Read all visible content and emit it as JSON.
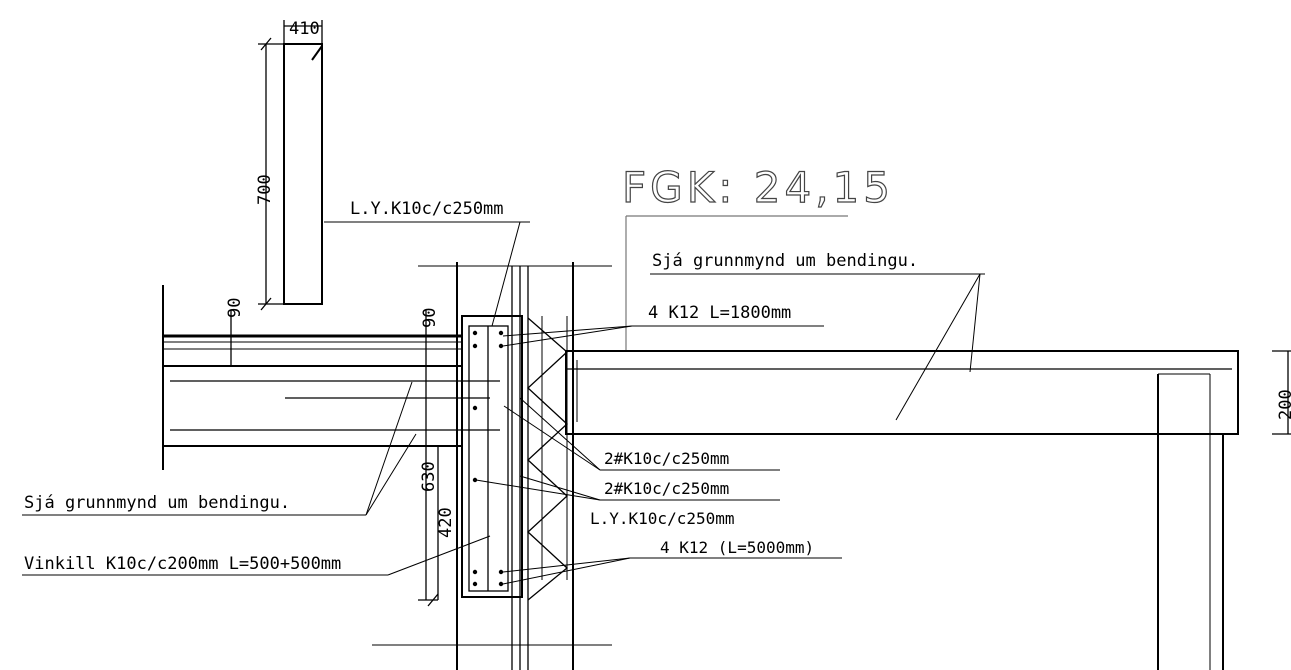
{
  "diagram": {
    "elevation_label": "FGK: 24,15",
    "labels": {
      "ly_top": "L.Y.K10c/c250mm",
      "see_plan_right": "Sjá grunnmynd um bendingu.",
      "bars_top": "4  K12  L=1800mm",
      "stirrups_1": "2#K10c/c250mm",
      "stirrups_2": "2#K10c/c250mm",
      "ly_mid": "L.Y.K10c/c250mm",
      "bars_bottom": "4  K12  (L=5000mm)",
      "see_plan_left": "Sjá grunnmynd um bendingu.",
      "angle_bar": "Vinkill K10c/c200mm L=500+500mm"
    },
    "dimensions": {
      "d410": "410",
      "d700": "700",
      "d90_left": "90",
      "d90_right": "90",
      "d630": "630",
      "d420": "420",
      "d200": "200"
    }
  }
}
